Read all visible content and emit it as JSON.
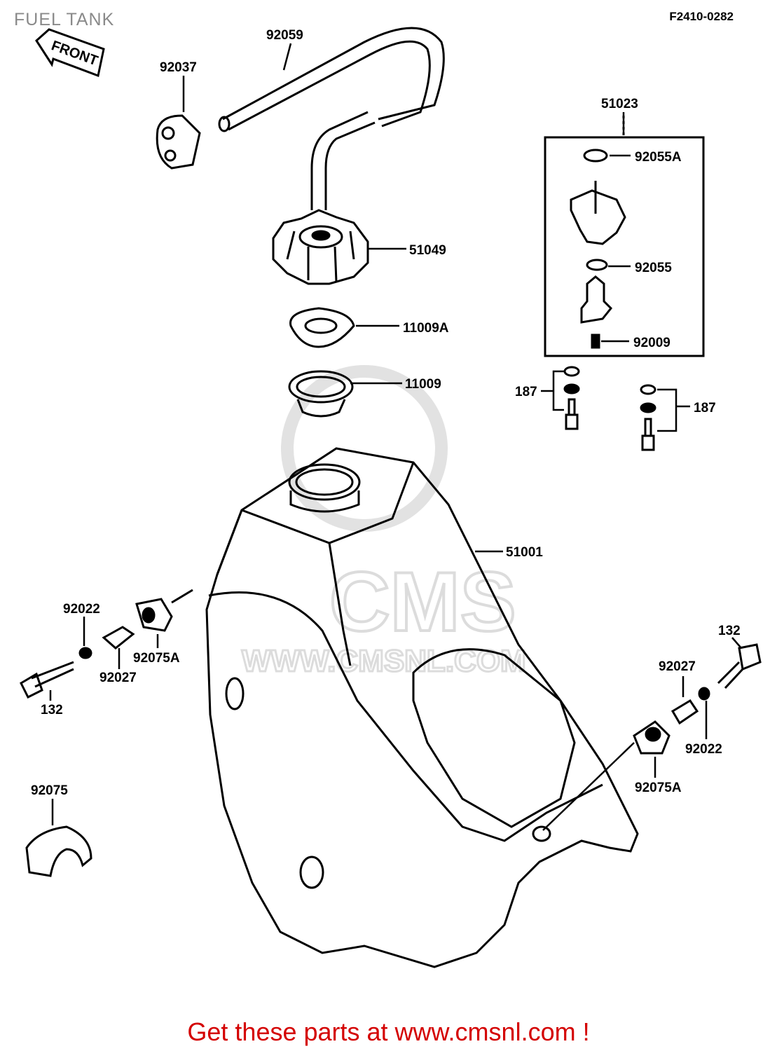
{
  "header": {
    "title": "FUEL TANK",
    "diagram_code": "F2410-0282"
  },
  "front_marker": "FRONT",
  "watermark": {
    "text": "CMS",
    "url": "WWW.CMSNL.COM"
  },
  "parts": {
    "p92059": "92059",
    "p92037": "92037",
    "p51023": "51023",
    "p92055A": "92055A",
    "p51049": "51049",
    "p92055": "92055",
    "p11009A": "11009A",
    "p92009": "92009",
    "p11009": "11009",
    "p187_left": "187",
    "p187_right": "187",
    "p51001": "51001",
    "p92022_left": "92022",
    "p92075A_left": "92075A",
    "p92027_left": "92027",
    "p132_left": "132",
    "p132_right": "132",
    "p92027_right": "92027",
    "p92022_right": "92022",
    "p92075A_right": "92075A",
    "p92075": "92075"
  },
  "footer": {
    "text": "Get these parts at www.cmsnl.com !",
    "color": "#d40000"
  }
}
